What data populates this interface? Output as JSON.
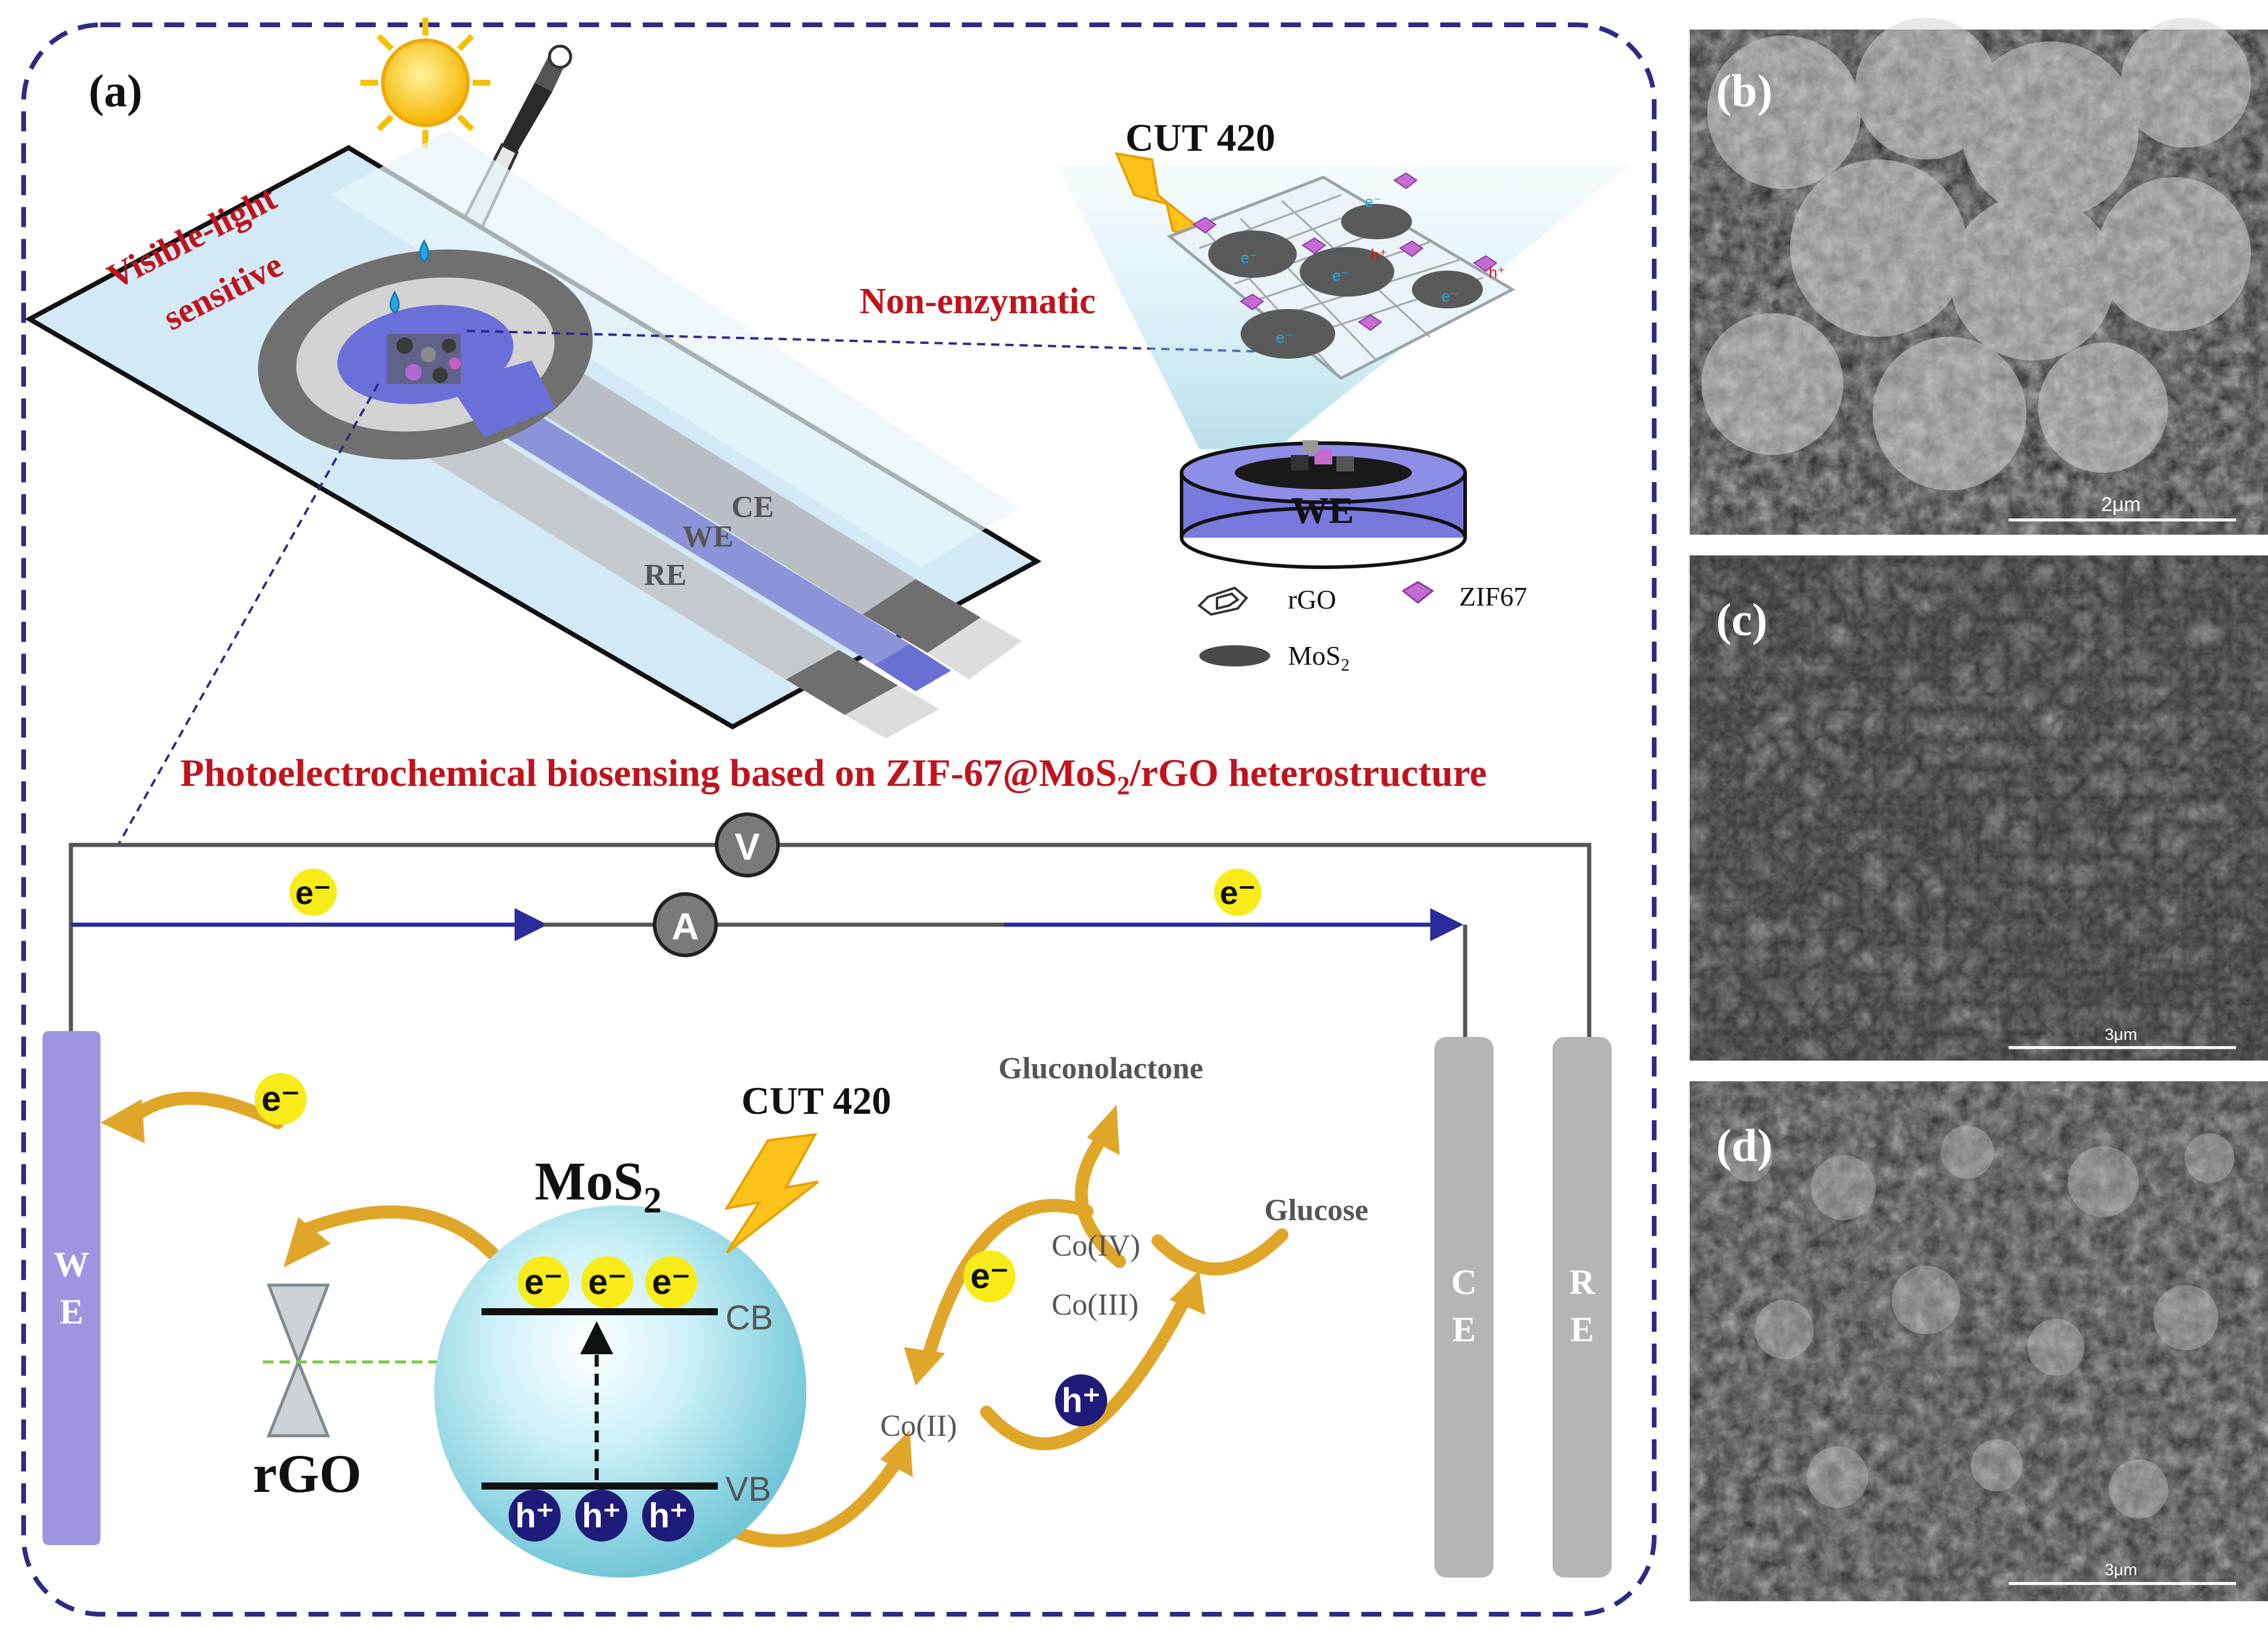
{
  "panel_labels": {
    "a": "(a)",
    "b": "(b)",
    "c": "(c)",
    "d": "(d)"
  },
  "device": {
    "visible_light_line1": "Visible-light",
    "visible_light_line2": "sensitive",
    "ce": "CE",
    "we": "WE",
    "re": "RE"
  },
  "inset": {
    "cut": "CUT 420",
    "non_enzymatic": "Non-enzymatic",
    "electrode": "WE",
    "electron": "e⁻",
    "hole": "h⁺"
  },
  "legend": {
    "rgo": "rGO",
    "zif": "ZIF67",
    "mos2": "MoS",
    "mos2_sub": "2"
  },
  "title": {
    "before": "Photoelectrochemical biosensing based on ZIF-67@MoS",
    "sub": "2",
    "after": "/rGO heterostructure"
  },
  "circuit": {
    "voltmeter": "V",
    "ammeter": "A",
    "electron": "e⁻",
    "we_line1": "W",
    "we_line2": "E",
    "ce_line1": "C",
    "ce_line2": "E",
    "re_line1": "R",
    "re_line2": "E"
  },
  "mechanism": {
    "cut": "CUT 420",
    "mos2": "MoS",
    "mos2_sub": "2",
    "cb": "CB",
    "vb": "VB",
    "rgo": "rGO",
    "electron": "e⁻",
    "hole": "h⁺",
    "gluconolactone": "Gluconolactone",
    "glucose": "Glucose",
    "co4": "Co(IV)",
    "co3": "Co(III)",
    "co2": "Co(II)"
  },
  "sem": {
    "b_scale": "2μm",
    "c_scale": "3μm",
    "d_scale": "3μm"
  },
  "colors": {
    "title_red": "#c0131c",
    "dash_border": "#2e2a86",
    "arrow_gold": "#e0a62a",
    "electron_yellow": "#f7ec1a",
    "hole_navy": "#1f1b7a",
    "we_purple": "#9d95df",
    "electrode_gray": "#b5b5b5"
  }
}
